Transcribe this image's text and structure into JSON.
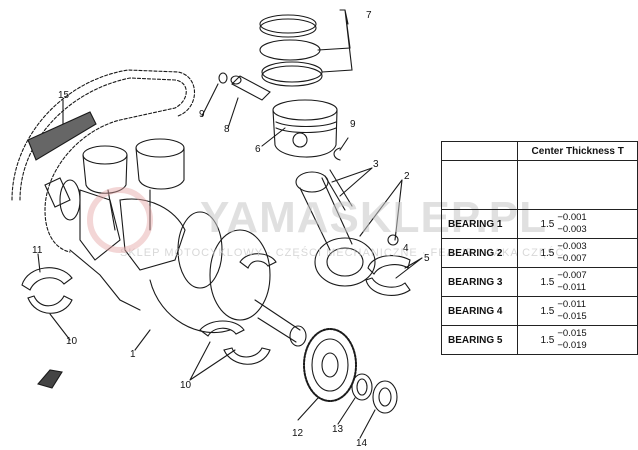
{
  "watermark": {
    "brand": "YAMASKLEP.PL",
    "tagline": "SKLEP MOTOCYKLOWY · CZĘŚCI MECHANICZNE · FEALIE · JAKA CZĘŚĆ"
  },
  "callouts": [
    {
      "id": "c1",
      "label": "1"
    },
    {
      "id": "c2",
      "label": "2"
    },
    {
      "id": "c3",
      "label": "3"
    },
    {
      "id": "c4",
      "label": "4"
    },
    {
      "id": "c5",
      "label": "5"
    },
    {
      "id": "c6",
      "label": "6"
    },
    {
      "id": "c7",
      "label": "7"
    },
    {
      "id": "c8",
      "label": "8"
    },
    {
      "id": "c9a",
      "label": "9"
    },
    {
      "id": "c9b",
      "label": "9"
    },
    {
      "id": "c10a",
      "label": "10"
    },
    {
      "id": "c10b",
      "label": "10"
    },
    {
      "id": "c11",
      "label": "11"
    },
    {
      "id": "c12",
      "label": "12"
    },
    {
      "id": "c13",
      "label": "13"
    },
    {
      "id": "c14",
      "label": "14"
    },
    {
      "id": "c15",
      "label": "15"
    }
  ],
  "table": {
    "header": "Center Thickness T",
    "rows": [
      {
        "name": "BEARING 1",
        "nominal": "1.5",
        "upper": "−0.001",
        "lower": "−0.003"
      },
      {
        "name": "BEARING 2",
        "nominal": "1.5",
        "upper": "−0.003",
        "lower": "−0.007"
      },
      {
        "name": "BEARING 3",
        "nominal": "1.5",
        "upper": "−0.007",
        "lower": "−0.011"
      },
      {
        "name": "BEARING 4",
        "nominal": "1.5",
        "upper": "−0.011",
        "lower": "−0.015"
      },
      {
        "name": "BEARING 5",
        "nominal": "1.5",
        "upper": "−0.015",
        "lower": "−0.019"
      }
    ]
  }
}
